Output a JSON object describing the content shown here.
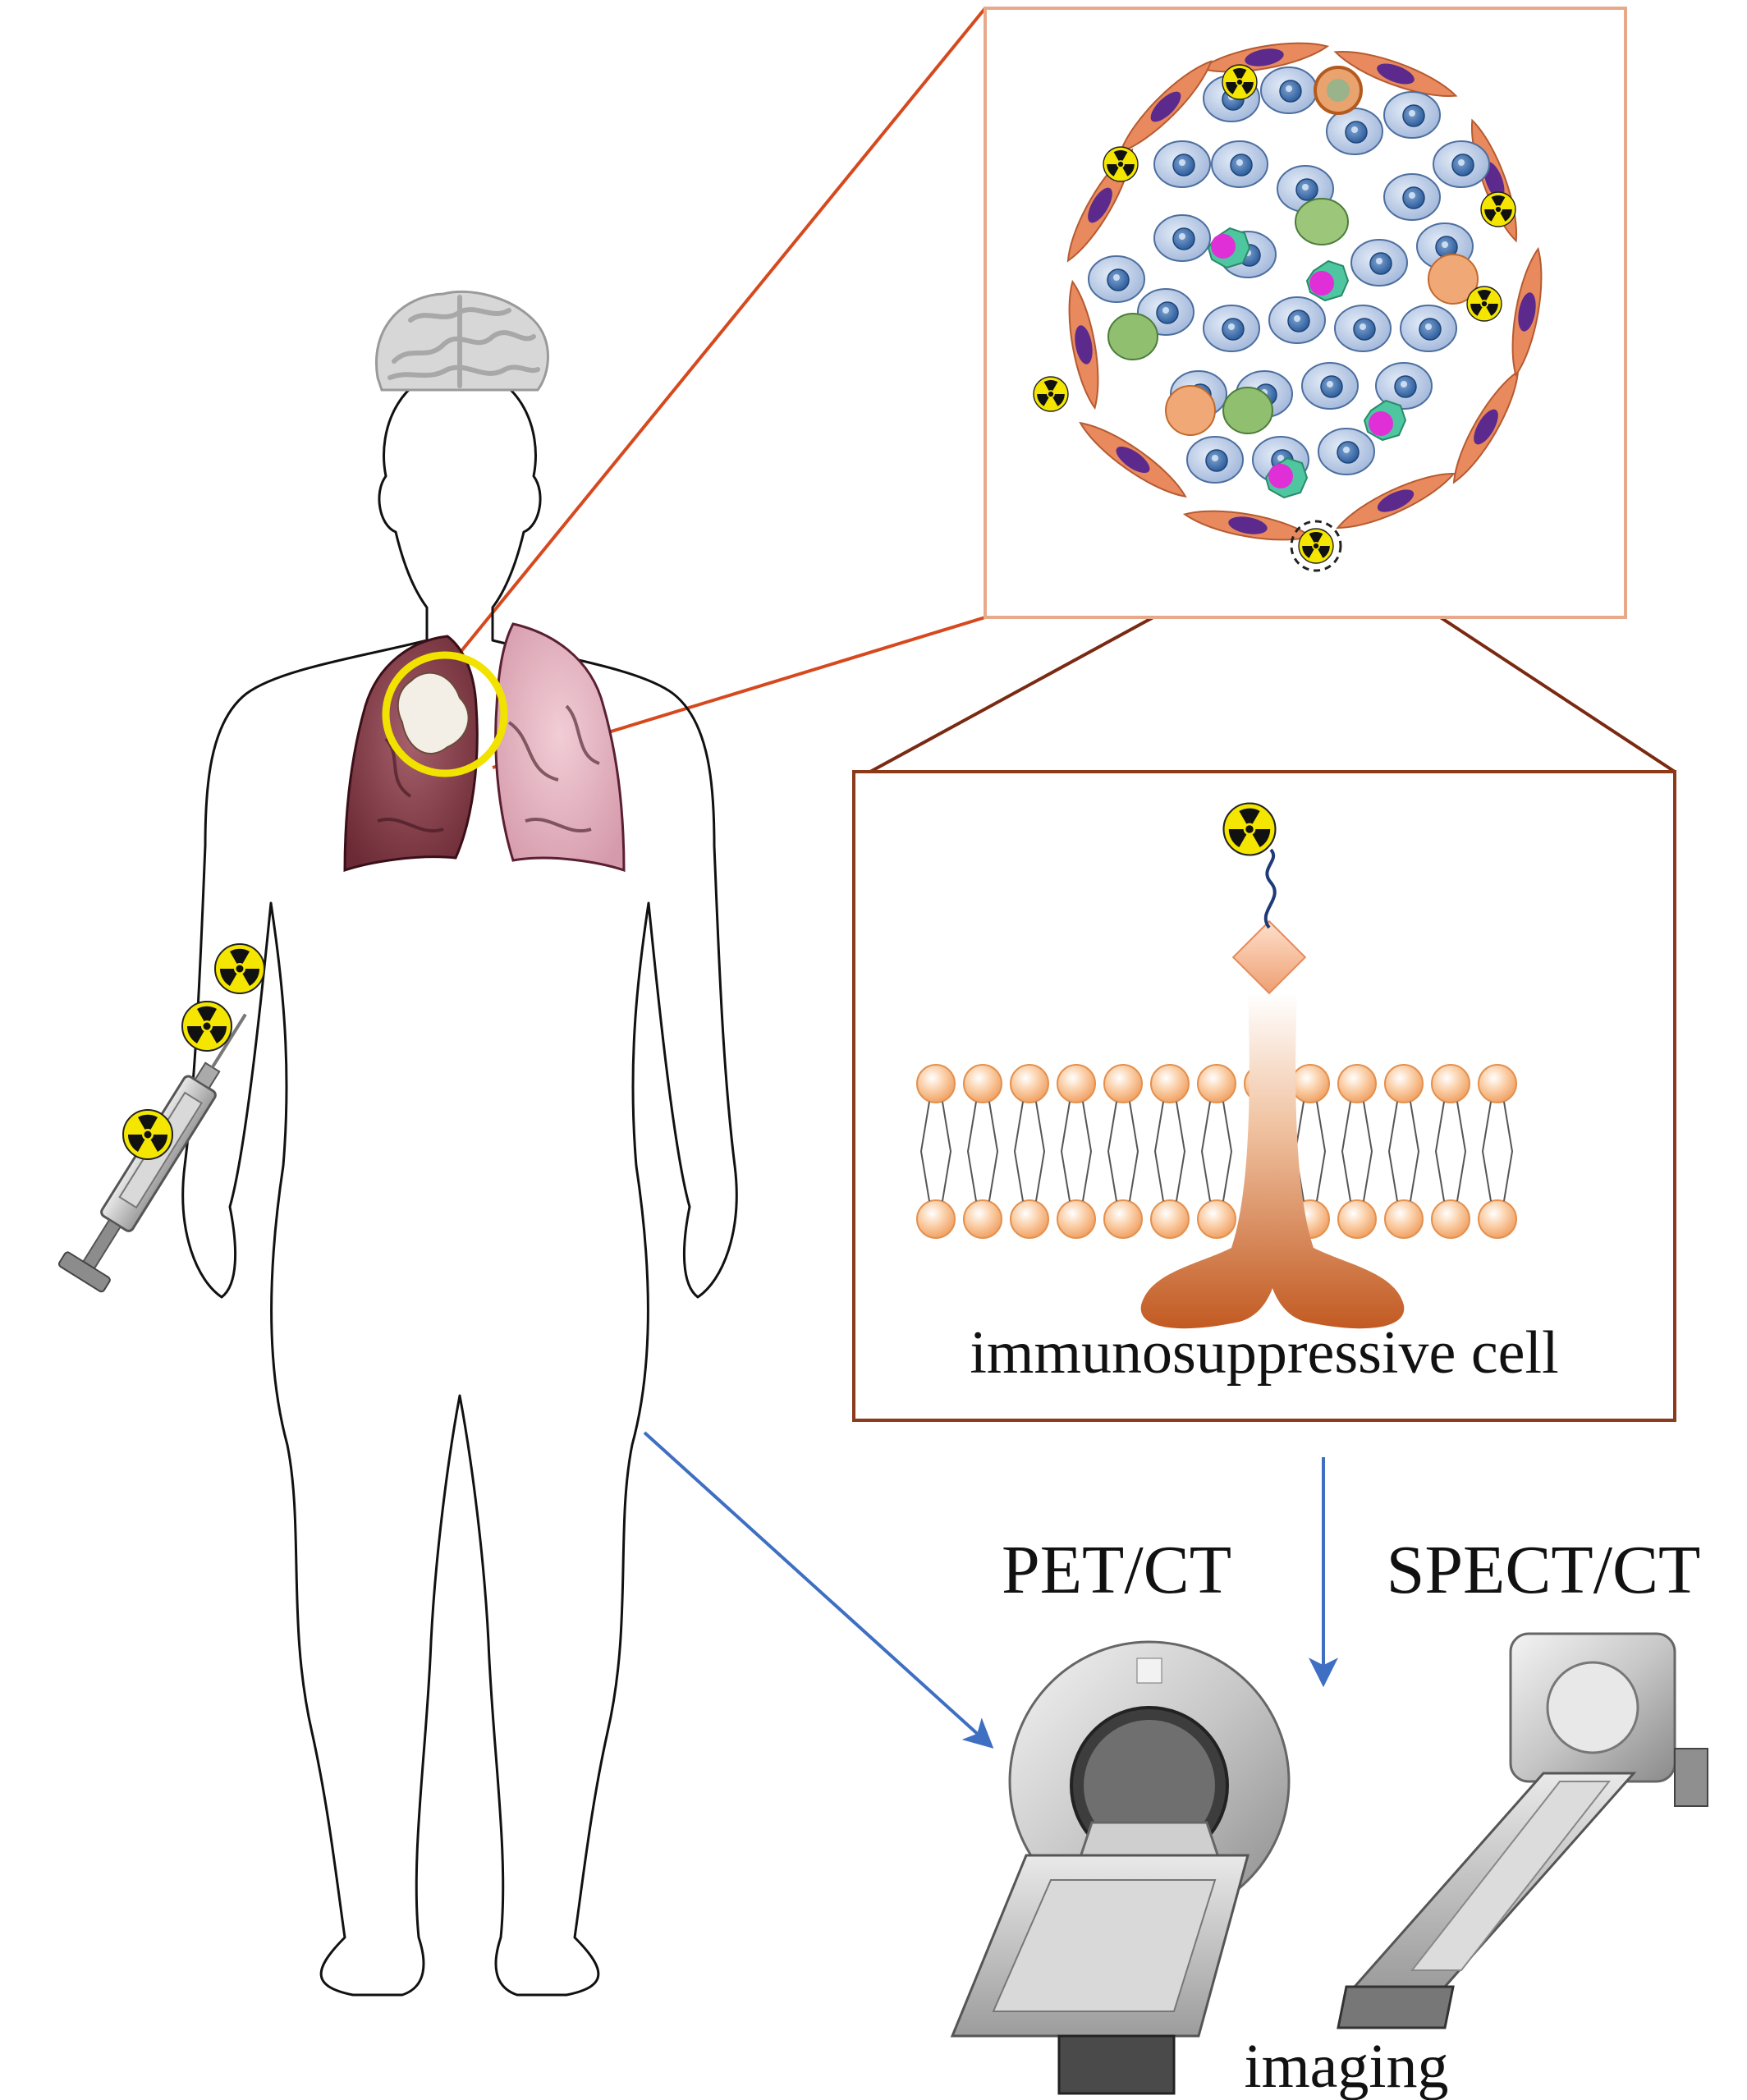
{
  "labels": {
    "cell": "immunosuppressive cell",
    "pet": "PET/CT",
    "spect": "SPECT/CT",
    "imaging": "imaging"
  },
  "colors": {
    "callout_line": "#d6491e",
    "panel_border_tumor": "#e8a98a",
    "panel_border_cell": "#8b3a1a",
    "flow_arrow": "#3e6fc2",
    "focus_ring": "#f2e200",
    "lipid_head": "#f6b47e",
    "receptor": "#c8632c",
    "radiation_yellow": "#f4e600",
    "tumor_cell": "#b9cbe6",
    "fibroblast": "#e88a5e"
  },
  "icons": {
    "tracer": "radiation-trefoil-icon",
    "injector": "syringe-icon"
  }
}
